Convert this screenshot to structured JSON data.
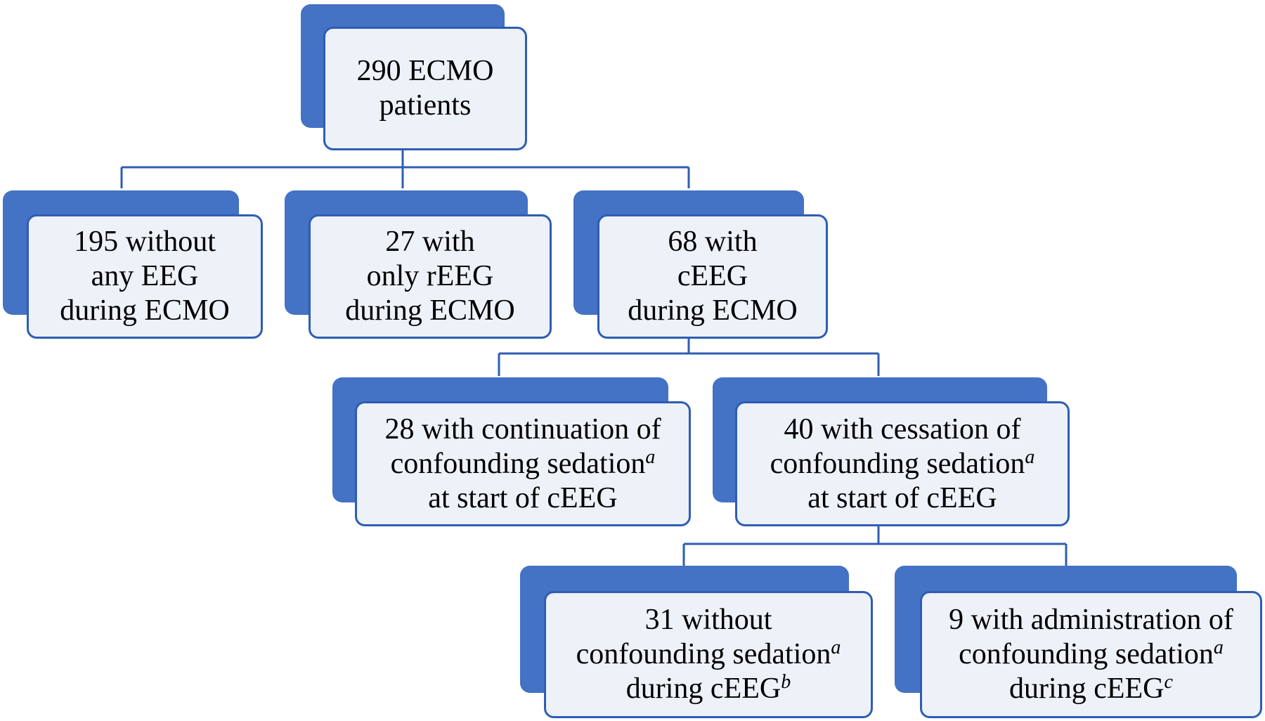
{
  "colors": {
    "shadow": "#4472c4",
    "card_fill": "#edf1f8",
    "border": "#2f5db4",
    "connector": "#2f5db4"
  },
  "nodes": {
    "root": {
      "lines": [
        "290 ECMO",
        "patients"
      ]
    },
    "no_eeg": {
      "lines": [
        "195 without",
        "any EEG",
        "during ECMO"
      ]
    },
    "only_reeg": {
      "lines": [
        "27 with",
        "only rEEG",
        "during ECMO"
      ]
    },
    "ceeg": {
      "lines": [
        "68 with",
        "cEEG",
        "during ECMO"
      ]
    },
    "continuation": {
      "line1": "28 with continuation of",
      "line2_text": "confounding sedation",
      "line2_sup": "a",
      "line3": "at start of cEEG"
    },
    "cessation": {
      "line1": "40 with cessation of",
      "line2_text": "confounding sedation",
      "line2_sup": "a",
      "line3": "at start of cEEG"
    },
    "without_sedation": {
      "line1": "31 without",
      "line2_text": "confounding sedation",
      "line2_sup": "a",
      "line3_text": "during cEEG",
      "line3_sup": "b"
    },
    "with_administration": {
      "line1": "9 with administration of",
      "line2_text": "confounding sedation",
      "line2_sup": "a",
      "line3_text": "during cEEG",
      "line3_sup": "c"
    }
  }
}
